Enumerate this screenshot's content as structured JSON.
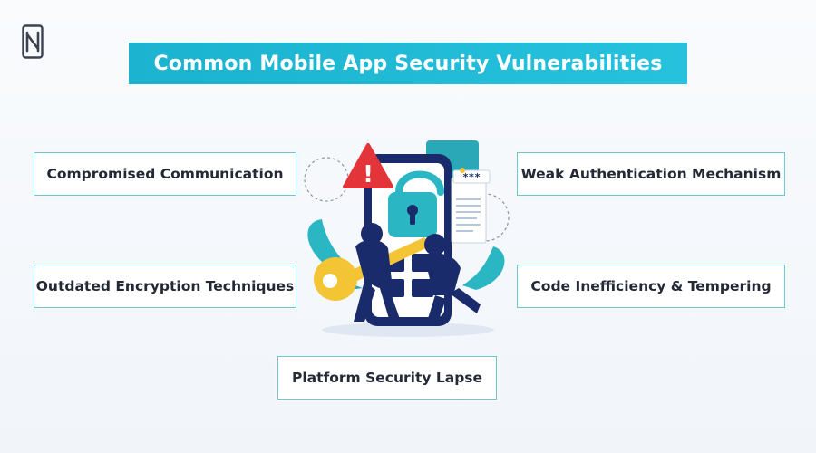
{
  "title": "Common Mobile App Security Vulnerabilities",
  "items": [
    "Compromised Communication",
    "Weak Authentication Mechanism",
    "Outdated Encryption Techniques",
    "Code Inefficiency & Tempering",
    "Platform Security Lapse"
  ],
  "illustration": {
    "password_mask": "***",
    "warning_symbol": "!"
  },
  "colors": {
    "accent": "#1bb3cf",
    "navy": "#1a2b6b",
    "teal": "#2bb6c4",
    "warning_red": "#e3343a",
    "key_yellow": "#f3c534"
  }
}
